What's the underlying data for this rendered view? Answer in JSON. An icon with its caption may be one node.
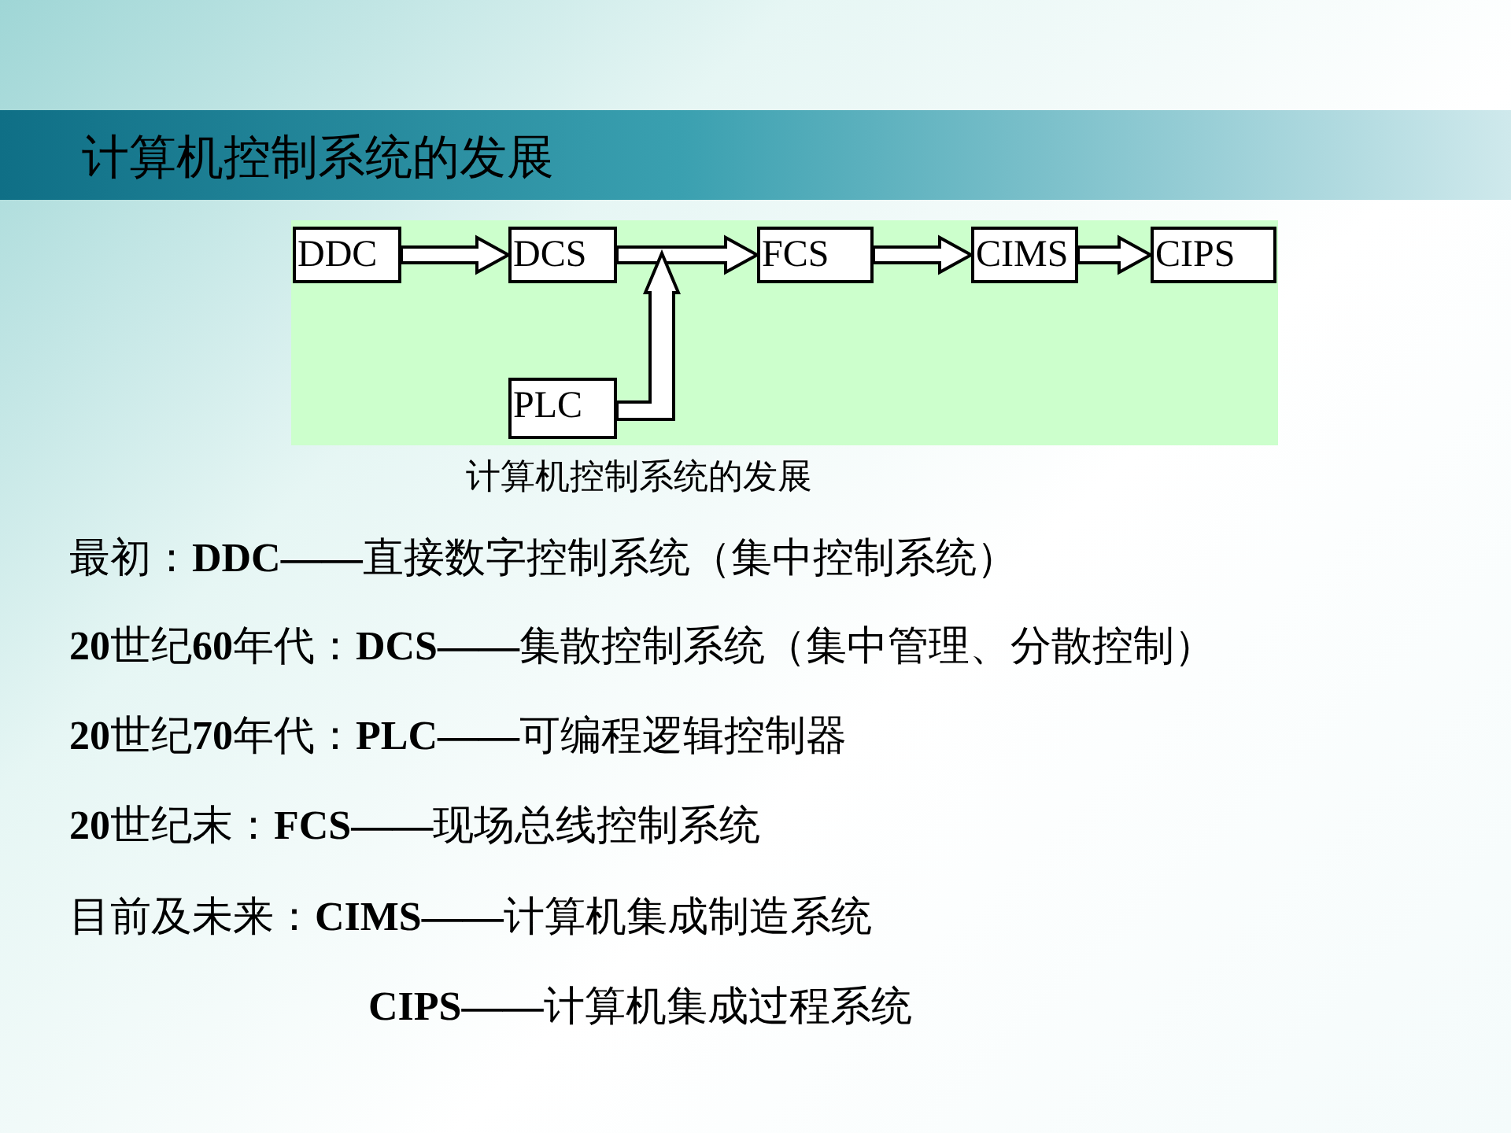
{
  "diagram": {
    "title": "计算机控制系统的发展",
    "caption": "计算机控制系统的发展",
    "nodes": [
      {
        "text": [
          "DDC"
        ]
      },
      {
        "text": [
          "DCS"
        ]
      },
      {
        "text": [
          "FCS"
        ]
      },
      {
        "text": [
          "CIMS"
        ]
      },
      {
        "text": [
          "CIPS"
        ]
      },
      {
        "text": [
          "PLC"
        ]
      }
    ],
    "edges": [
      {
        "from": 0,
        "to": 1,
        "arrow": "to"
      },
      {
        "from": 1,
        "to": 2,
        "arrow": "to"
      },
      {
        "from": 5,
        "to": 2,
        "arrow": "to"
      },
      {
        "from": 2,
        "to": 3,
        "arrow": "to"
      },
      {
        "from": 3,
        "to": 4,
        "arrow": "to"
      }
    ],
    "labels": [
      "最初：**DDC——**直接数字控制系统（集中控制系统）",
      "**20**世纪**60**年代：**DCS——**集散控制系统（集中管理、分散控制）",
      "**20**世纪**70**年代：**PLC——**可编程逻辑控制器",
      "**20**世纪末：**FCS——**现场总线控制系统",
      "目前及未来：**CIMS——**计算机集成制造系统",
      "**CIPS——**计算机集成过程系统"
    ]
  }
}
